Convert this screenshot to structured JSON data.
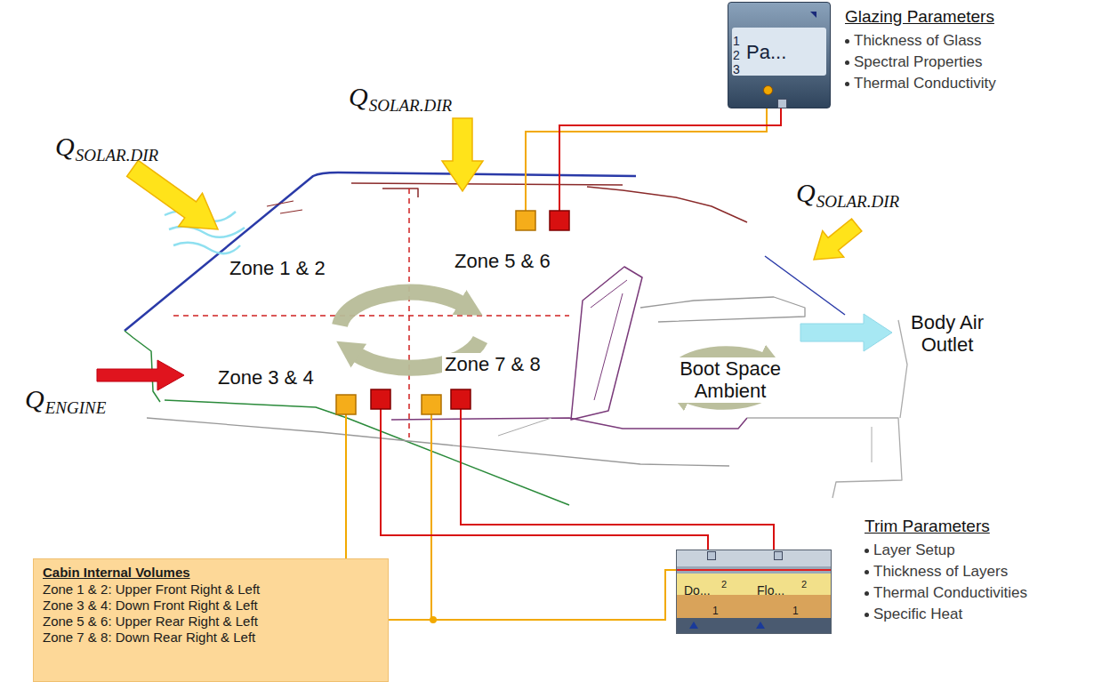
{
  "diagram": {
    "nodes": [
      {
        "text": [
          "1",
          "2",
          "3",
          "Pa..."
        ]
      },
      {
        "text": [
          "Do...",
          "2",
          "Flo...",
          "2",
          "1",
          "1"
        ]
      },
      {
        "text": [
          "Cabin Internal Volumes",
          "Zone 1 & 2: Upper Front Right & Left",
          "Zone 3 & 4: Down Front Right & Left",
          "Zone 5 & 6: Upper Rear Right & Left",
          "Zone 7 & 8: Down Rear Right & Left"
        ]
      }
    ],
    "labels": [
      "Q",
      "SOLAR.DIR",
      "Q",
      "SOLAR.DIR",
      "Q",
      "SOLAR.DIR",
      "Q",
      "ENGINE",
      "Zone 1 & 2",
      "Zone 5 & 6",
      "Zone 3 & 4",
      "Zone 7 & 8",
      "Boot Space Ambient",
      "Body Air Outlet",
      "Glazing Parameters",
      "Thickness of Glass",
      "Spectral Properties",
      "Thermal Conductivity",
      "Trim Parameters",
      "Layer Setup",
      "Thickness of Layers",
      "Thermal Conductivities",
      "Specific Heat"
    ]
  }
}
